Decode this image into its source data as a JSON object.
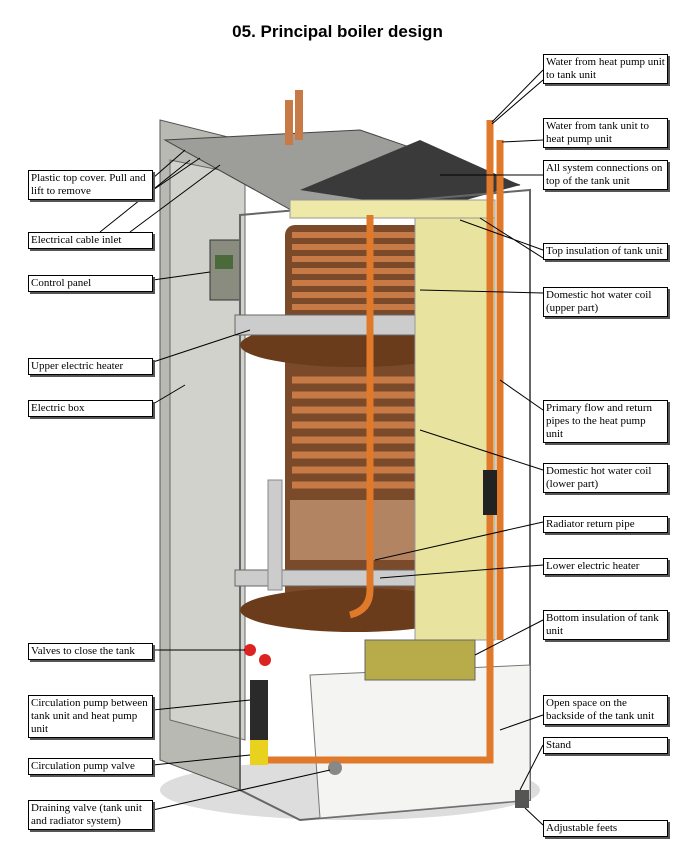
{
  "title": "05. Principal boiler design",
  "labels_left": [
    "Plastic top cover. Pull and lift to remove",
    "Electrical cable inlet",
    "Control panel",
    "Upper electric heater",
    "Electric box",
    "Valves to close the tank",
    "Circulation pump between tank unit and heat pump unit",
    "Circulation pump valve",
    "Draining valve (tank unit and radiator system)"
  ],
  "labels_right": [
    "Water from heat pump unit to tank unit",
    "Water from tank unit to heat pump unit",
    "All system connections on top of the tank unit",
    "Top insulation of tank unit",
    "Domestic hot water coil (upper part)",
    "Primary flow and return pipes to the heat pump unit",
    "Domestic hot water coil (lower part)",
    "Radiator return pipe",
    "Lower electric heater",
    "Bottom insulation of tank unit",
    "Open space on the backside of the tank unit",
    "Stand",
    "Adjustable feets"
  ],
  "colors": {
    "copper": "#c77a45",
    "pipe": "#e07a2a",
    "insulation": "#e8e4a0",
    "cabinet": "#c9c9c4"
  }
}
